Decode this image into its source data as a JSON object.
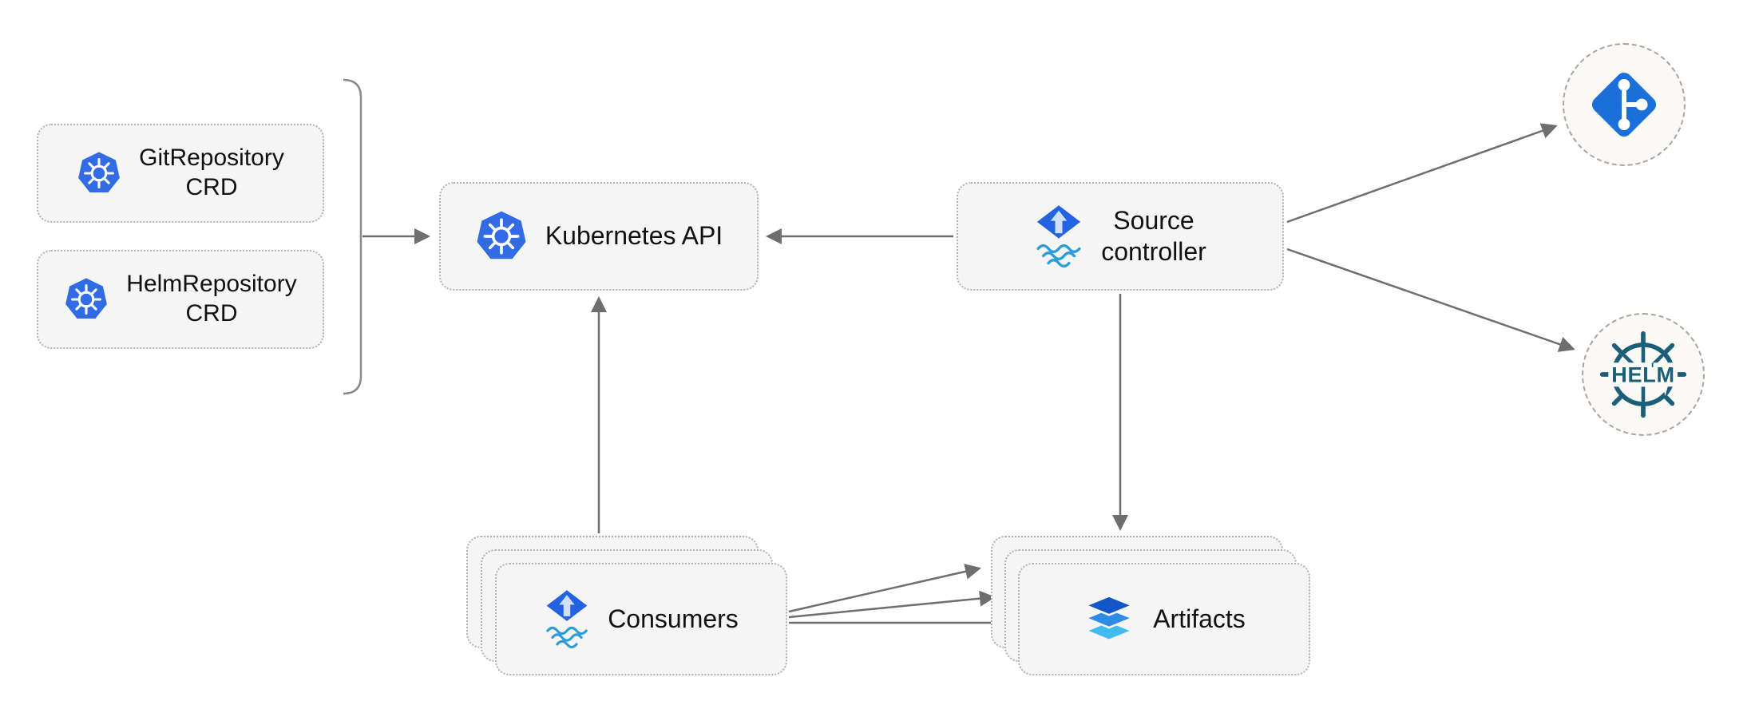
{
  "diagram": {
    "nodes": {
      "git_repository_crd": {
        "line1": "GitRepository",
        "line2": "CRD",
        "icon": "kubernetes-wheel-icon"
      },
      "helm_repository_crd": {
        "line1": "HelmRepository",
        "line2": "CRD",
        "icon": "kubernetes-wheel-icon"
      },
      "kubernetes_api": {
        "label": "Kubernetes API",
        "icon": "kubernetes-wheel-icon"
      },
      "source_controller": {
        "line1": "Source",
        "line2": "controller",
        "icon": "flux-source-icon"
      },
      "consumers": {
        "label": "Consumers",
        "icon": "flux-source-icon",
        "stacked": true
      },
      "artifacts": {
        "label": "Artifacts",
        "icon": "layers-icon",
        "stacked": true
      },
      "git_endpoint": {
        "icon": "git-branch-icon"
      },
      "helm_endpoint": {
        "icon": "helm-wheel-icon",
        "label": "HELM"
      }
    },
    "edges": [
      {
        "from": "git_repository_crd + helm_repository_crd",
        "to": "kubernetes_api"
      },
      {
        "from": "source_controller",
        "to": "kubernetes_api"
      },
      {
        "from": "source_controller",
        "to": "git_endpoint"
      },
      {
        "from": "source_controller",
        "to": "helm_endpoint"
      },
      {
        "from": "source_controller",
        "to": "artifacts"
      },
      {
        "from": "consumers",
        "to": "kubernetes_api"
      },
      {
        "from": "consumers",
        "to": "artifacts",
        "count": 3
      }
    ],
    "colors": {
      "kubernetes_blue": "#326ce5",
      "flux_blue": "#2363e1",
      "flux_arrow_light": "#cfe0f8",
      "flux_wave_blue": "#2d9cdb",
      "layers_dark": "#1257c9",
      "layers_mid": "#2d8ce8",
      "layers_light": "#41b9f1",
      "git_blue": "#1a70d8",
      "helm_teal": "#1b5e77",
      "arrow_gray": "#6e6e6e",
      "node_fill": "#f5f5f5",
      "node_border": "#b3b3b3"
    }
  }
}
